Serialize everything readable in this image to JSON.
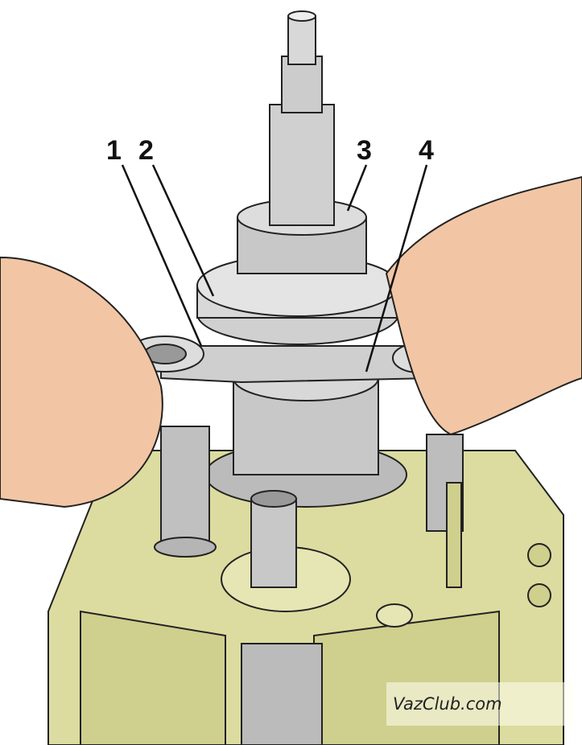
{
  "callouts": [
    {
      "label": "1"
    },
    {
      "label": "2"
    },
    {
      "label": "3"
    },
    {
      "label": "4"
    }
  ],
  "watermark": {
    "text": "VazClub.com"
  },
  "colors": {
    "housing": "#dcdca0",
    "metal": "#c8c8c8",
    "skin": "#f2c6a4",
    "outline": "#222222"
  }
}
